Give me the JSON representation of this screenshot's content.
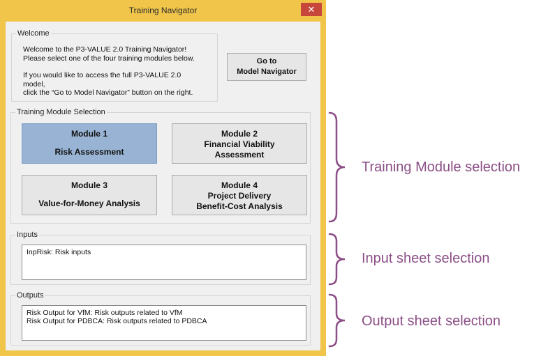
{
  "window": {
    "title": "Training Navigator",
    "close_glyph": "✕"
  },
  "welcome": {
    "group_label": "Welcome",
    "line1": "Welcome to the P3-VALUE 2.0 Training Navigator!",
    "line2": "Please select one of the four training modules below.",
    "line3": "If you would like to access the full P3-VALUE 2.0 model,",
    "line4": "click the “Go to Model Navigator” button on the right.",
    "go_button_line1": "Go to",
    "go_button_line2": "Model Navigator"
  },
  "modules": {
    "group_label": "Training Module Selection",
    "m1": {
      "line1": "Module 1",
      "line2": "Risk Assessment"
    },
    "m2": {
      "line1": "Module 2",
      "line2": "Financial Viability",
      "line3": "Assessment"
    },
    "m3": {
      "line1": "Module 3",
      "line2": "Value-for-Money Analysis"
    },
    "m4": {
      "line1": "Module 4",
      "line2": "Project Delivery",
      "line3": "Benefit-Cost Analysis"
    }
  },
  "inputs": {
    "group_label": "Inputs",
    "items": [
      "InpRisk: Risk inputs"
    ]
  },
  "outputs": {
    "group_label": "Outputs",
    "items": [
      "Risk Output for VfM: Risk outputs related to VfM",
      "Risk Output for PDBCA: Risk outputs related to PDBCA"
    ]
  },
  "annotations": {
    "module": "Training Module selection",
    "input": "Input sheet selection",
    "output": "Output sheet selection"
  },
  "colors": {
    "window_frame": "#f0c54a",
    "selected_button": "#98b3d3",
    "annotation": "#8b4e86",
    "close_button": "#c7473b"
  }
}
